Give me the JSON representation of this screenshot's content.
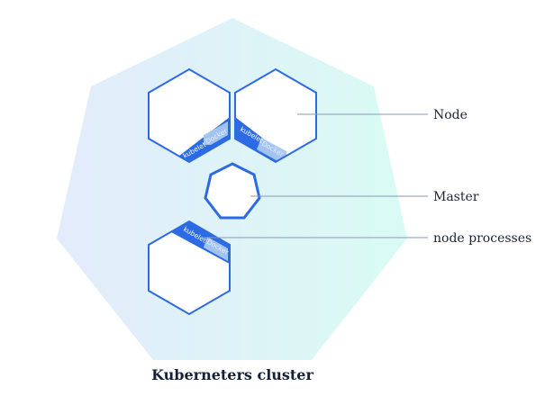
{
  "diagram": {
    "caption": "Kuberneters cluster",
    "labels": {
      "node": "Node",
      "master": "Master",
      "node_processes": "node processes"
    },
    "node_processes": {
      "kubelet": "kubelet",
      "docker": "Docker"
    },
    "colors": {
      "cluster_left": "#e3ebfb",
      "cluster_right": "#d9fbf4",
      "outline": "#2d6be4",
      "process_band": "#2d6be4",
      "docker_box": "#a9c8ee",
      "leader_line": "#8a9aae",
      "text": "#1c2434"
    },
    "nodes": [
      {
        "id": "node-1",
        "process_band": "bottom-right"
      },
      {
        "id": "node-2",
        "process_band": "bottom-left"
      },
      {
        "id": "node-3",
        "process_band": "top-right"
      }
    ]
  }
}
